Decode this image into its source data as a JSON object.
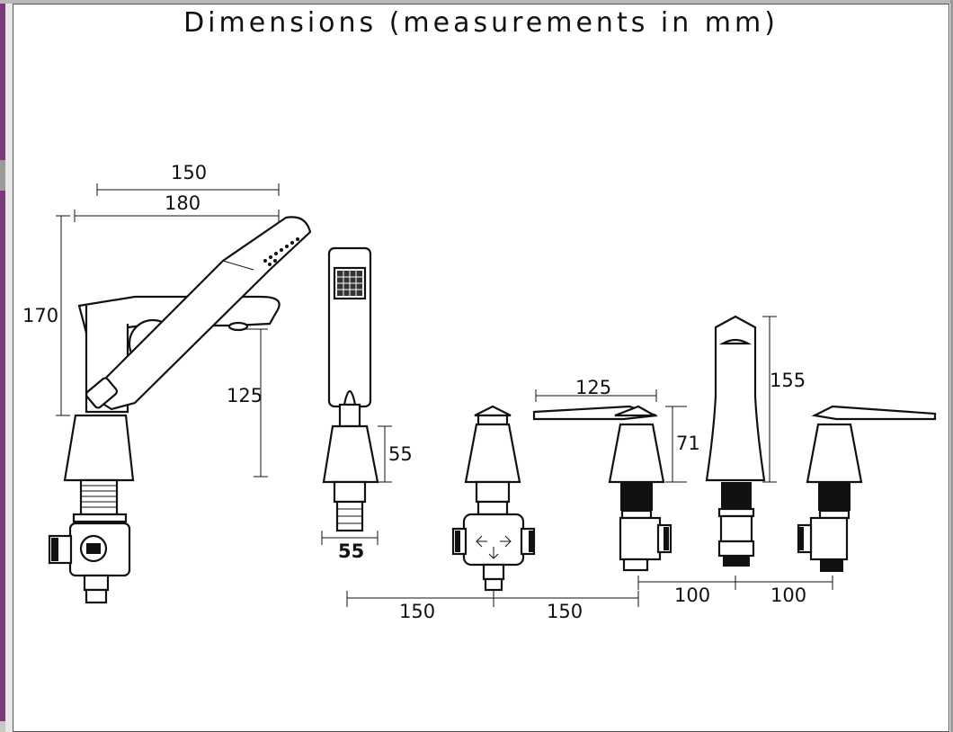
{
  "title": "Dimensions (measurements in mm)",
  "dimensions": {
    "spout_reach_150": "150",
    "spout_reach_180": "180",
    "spout_height_170": "170",
    "spout_outlet_125": "125",
    "handset_height_55": "55",
    "handset_base_55": "55",
    "lever_length_125": "125",
    "valve_height_71": "71",
    "spout_height_155": "155",
    "spacing_150_a": "150",
    "spacing_150_b": "150",
    "spacing_100_a": "100",
    "spacing_100_b": "100"
  },
  "colors": {
    "line": "#111111",
    "frame_accent": "#7a3b78",
    "background": "#ffffff"
  }
}
